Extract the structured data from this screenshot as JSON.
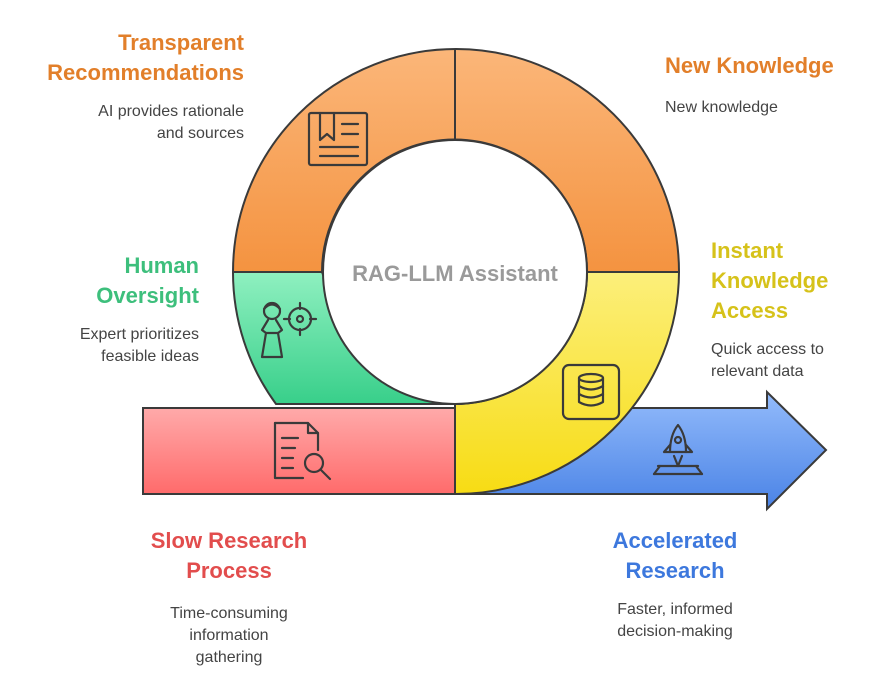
{
  "center_label": "RAG-LLM Assistant",
  "colors": {
    "orange": "#f08a30",
    "orange_light": "#fbb679",
    "green": "#43d391",
    "green_light": "#8ff0c0",
    "yellow": "#f7de1d",
    "yellow_light": "#fcef7b",
    "red": "#ff6f6f",
    "red_light": "#ffa9a9",
    "blue": "#4d86e6",
    "blue_light": "#8fb8fa",
    "title_orange": "#e27f2a",
    "title_green": "#3dbf7c",
    "title_yellow": "#d6c21a",
    "title_red": "#e24d4d",
    "title_blue": "#3d78dd"
  },
  "steps": {
    "transparent": {
      "title": "Transparent\nRecommendations",
      "desc": "AI provides rationale\nand sources",
      "icon": "document-bookmark-icon"
    },
    "new_knowledge": {
      "title": "New Knowledge",
      "desc": "New knowledge"
    },
    "human": {
      "title": "Human\nOversight",
      "desc": "Expert prioritizes\nfeasible ideas",
      "icon": "person-target-icon"
    },
    "instant": {
      "title": "Instant\nKnowledge\nAccess",
      "desc": "Quick access to\nrelevant data",
      "icon": "database-icon"
    },
    "slow": {
      "title": "Slow Research\nProcess",
      "desc": "Time-consuming\ninformation\ngathering",
      "icon": "document-search-icon"
    },
    "accelerated": {
      "title": "Accelerated\nResearch",
      "desc": "Faster, informed\ndecision-making",
      "icon": "rocket-icon"
    }
  }
}
